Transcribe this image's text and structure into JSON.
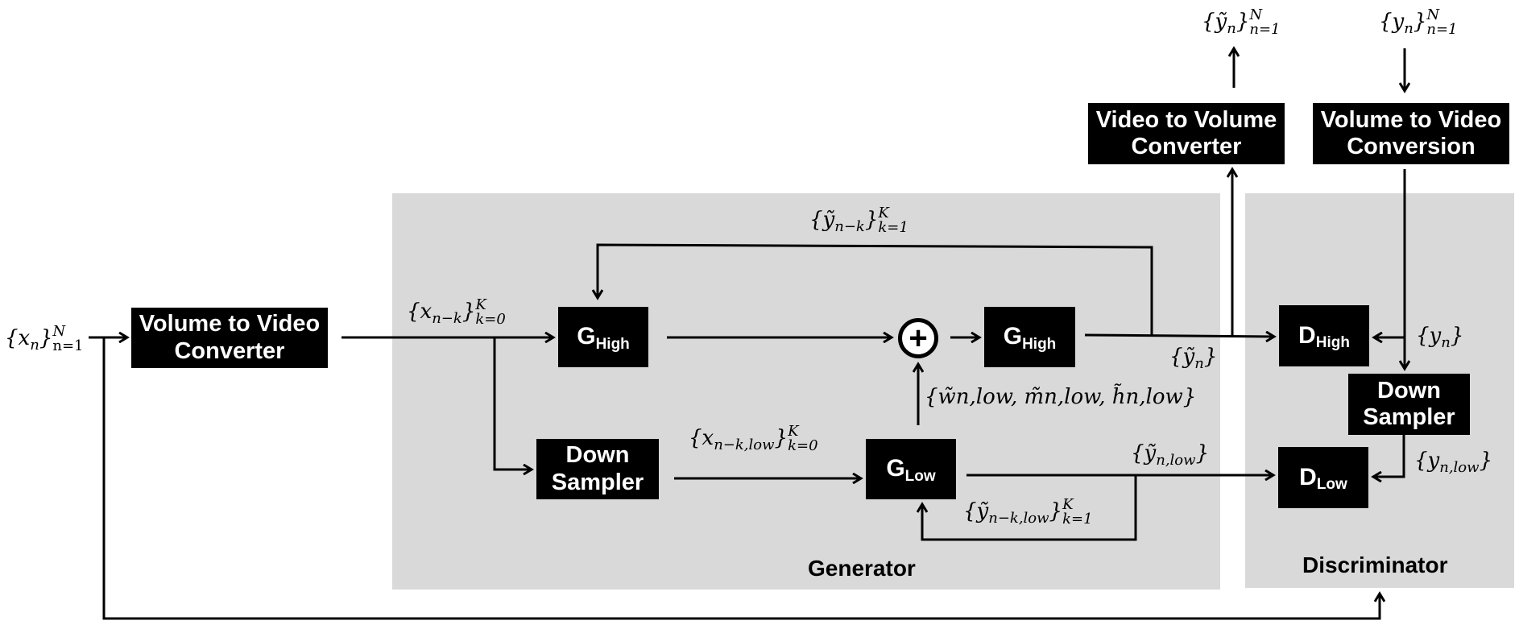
{
  "panels": {
    "generator": "Generator",
    "discriminator": "Discriminator"
  },
  "blocks": {
    "volume_to_video_converter": [
      "Volume to Video",
      "Converter"
    ],
    "g_high_1": {
      "main": "G",
      "sub": "High"
    },
    "down_sampler_gen": [
      "Down",
      "Sampler"
    ],
    "g_low": {
      "main": "G",
      "sub": "Low"
    },
    "adder": "+",
    "g_high_2": {
      "main": "G",
      "sub": "High"
    },
    "video_to_volume_converter": [
      "Video to Volume",
      "Converter"
    ],
    "volume_to_video_conversion": [
      "Volume to Video",
      "Conversion"
    ],
    "d_high": {
      "main": "D",
      "sub": "High"
    },
    "down_sampler_disc": [
      "Down",
      "Sampler"
    ],
    "d_low": {
      "main": "D",
      "sub": "Low"
    }
  },
  "labels": {
    "input_x": {
      "base": "{x",
      "sub": "n",
      "close": "}",
      "sup": "N",
      "lower": "n=1"
    },
    "x_n_minus_k": {
      "base": "{x",
      "sub": "n−k",
      "close": "}",
      "sup": "K",
      "lower": "k=0"
    },
    "y_tilde_n_minus_k": {
      "base": "{ỹ",
      "sub": "n−k",
      "close": "}",
      "sup": "K",
      "lower": "k=1"
    },
    "x_low": {
      "base": "{x",
      "sub": "n−k,low",
      "close": "}",
      "sup": "K",
      "lower": "k=0"
    },
    "wmh_low": "{w̃n,low, m̃n,low, h̃n,low}",
    "y_tilde_n": {
      "base": "{ỹ",
      "sub": "n",
      "close": "}"
    },
    "y_tilde_n_low": {
      "base": "{ỹ",
      "sub": "n,low",
      "close": "}"
    },
    "y_tilde_low_feedback": {
      "base": "{ỹ",
      "sub": "n−k,low",
      "close": "}",
      "sup": "K",
      "lower": "k=1"
    },
    "output_y_tilde": {
      "base": "{ỹ",
      "sub": "n",
      "close": "}",
      "sup": "N",
      "lower": "n=1"
    },
    "input_y": {
      "base": "{y",
      "sub": "n",
      "close": "}",
      "sup": "N",
      "lower": "n=1"
    },
    "y_n": {
      "base": "{y",
      "sub": "n",
      "close": "}"
    },
    "y_n_low": {
      "base": "{y",
      "sub": "n,low",
      "close": "}"
    }
  },
  "colors": {
    "panel": "#d9d9d9",
    "block": "#000000",
    "block_text": "#ffffff",
    "wire": "#000000"
  }
}
